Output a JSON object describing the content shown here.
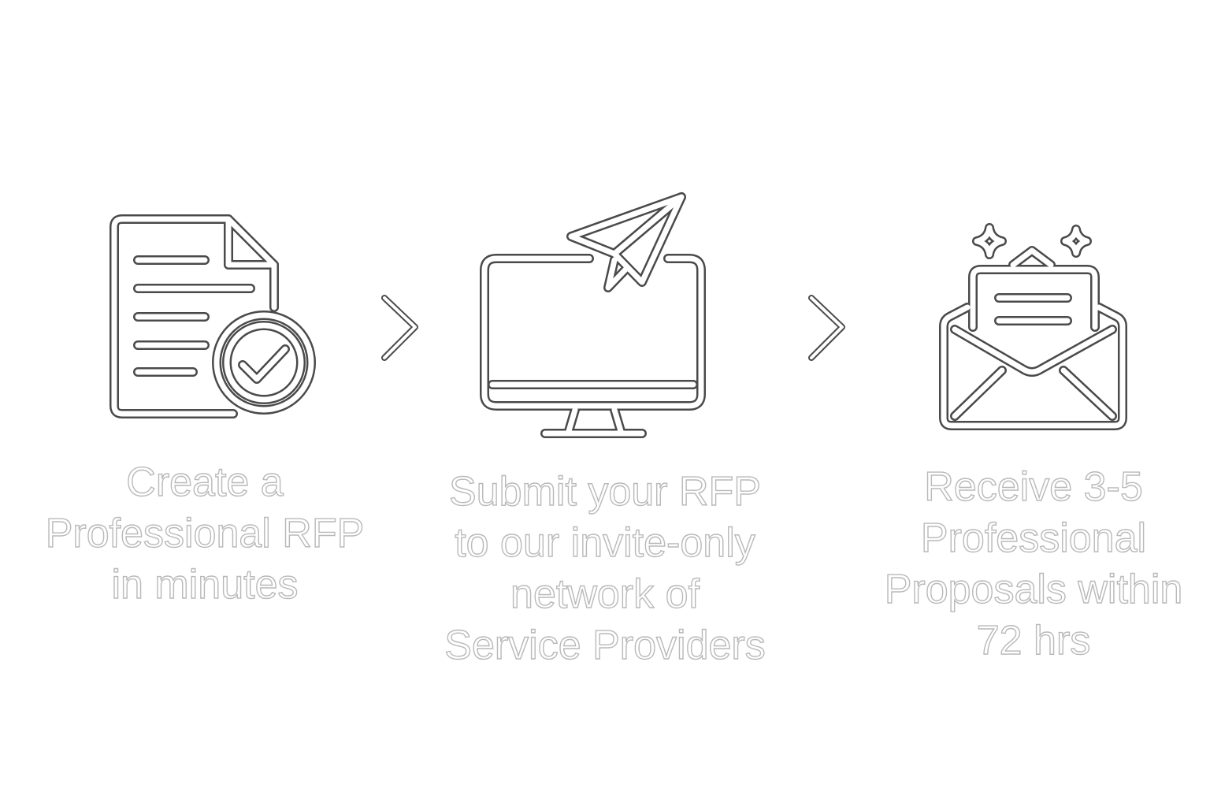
{
  "steps": [
    {
      "icon": "document-check-icon",
      "text": "Create a\nProfessional RFP\nin minutes"
    },
    {
      "icon": "monitor-paper-plane-icon",
      "text": "Submit your RFP\nto our invite-only\nnetwork of\nService Providers"
    },
    {
      "icon": "open-envelope-sparkle-icon",
      "text": "Receive 3-5\nProfessional\nProposals within\n72 hrs"
    }
  ],
  "connectors": [
    "chevron-right-icon",
    "chevron-right-icon"
  ],
  "colors": {
    "background": "#ffffff",
    "icon_outline": "#4a4a4a",
    "text_outline": "#b9b9b9"
  }
}
